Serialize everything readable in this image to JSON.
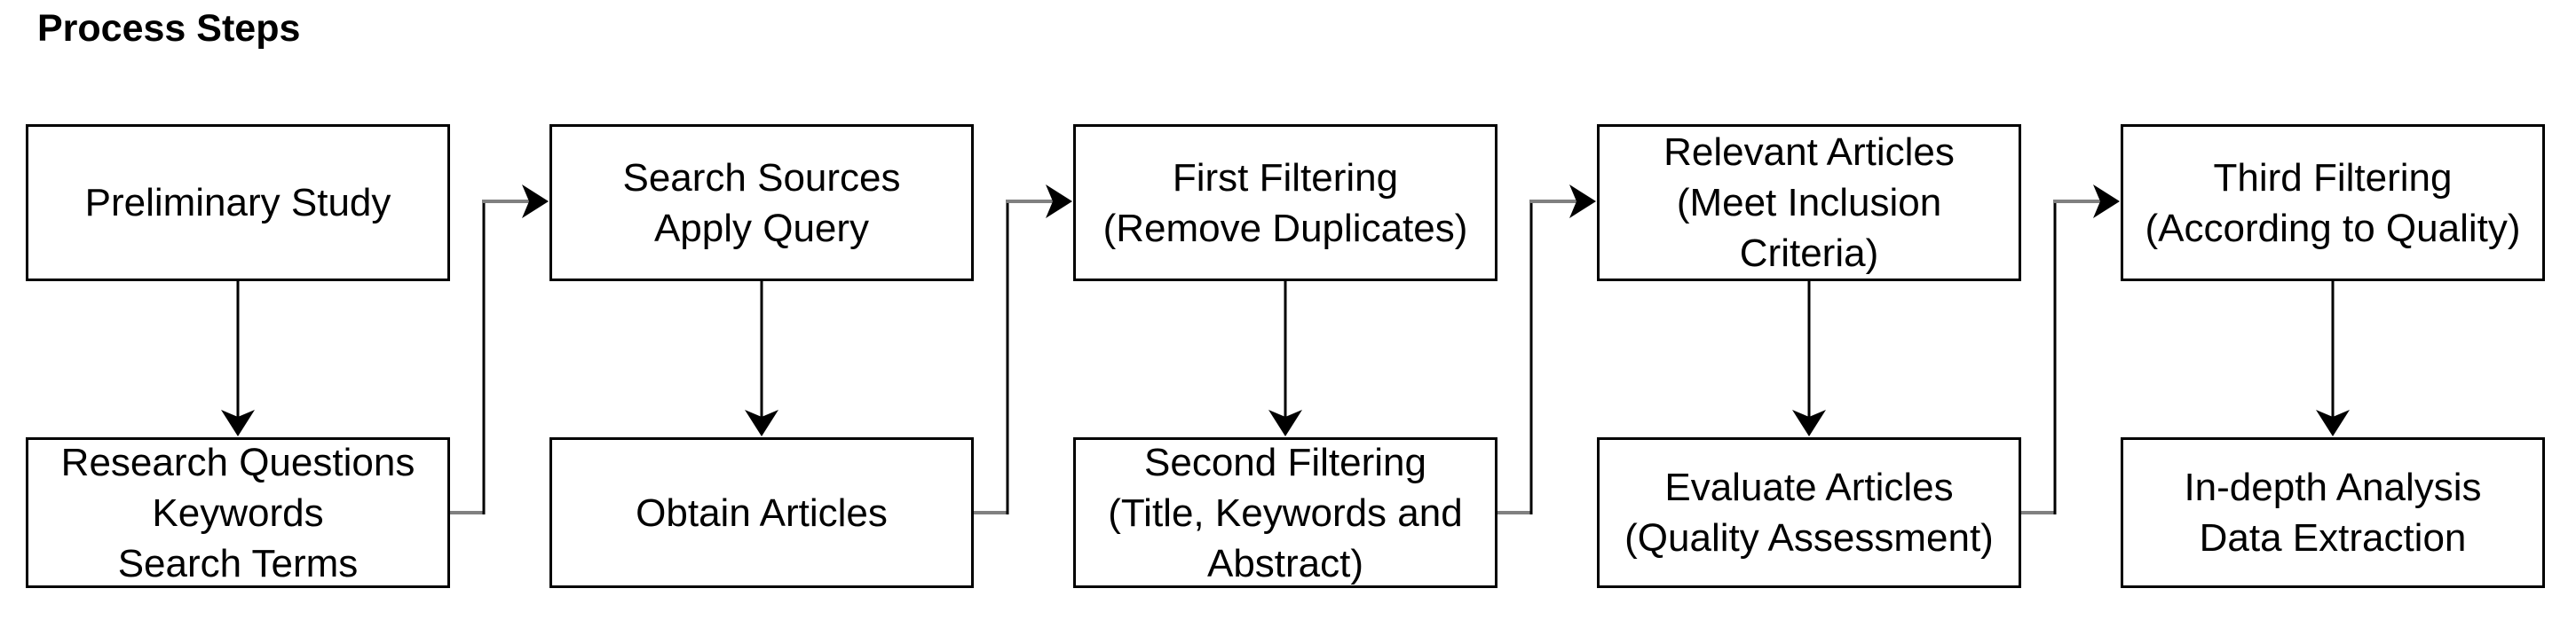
{
  "title": "Process Steps",
  "colors": {
    "background": "#ffffff",
    "line": "#000000",
    "connector_gray": "#808080",
    "text": "#000000",
    "box_fill": "#ffffff"
  },
  "flow": {
    "columns": [
      {
        "top": {
          "label": "Preliminary Study"
        },
        "bottom": {
          "label": "Research Questions\nKeywords\nSearch Terms"
        }
      },
      {
        "top": {
          "label": "Search Sources\nApply Query"
        },
        "bottom": {
          "label": "Obtain Articles"
        }
      },
      {
        "top": {
          "label": "First Filtering\n(Remove Duplicates)"
        },
        "bottom": {
          "label": "Second Filtering\n(Title, Keywords and\nAbstract)"
        }
      },
      {
        "top": {
          "label": "Relevant Articles\n(Meet Inclusion\nCriteria)"
        },
        "bottom": {
          "label": "Evaluate Articles\n(Quality Assessment)"
        }
      },
      {
        "top": {
          "label": "Third Filtering\n(According to Quality)"
        },
        "bottom": {
          "label": "In-depth Analysis\nData Extraction"
        }
      }
    ]
  }
}
